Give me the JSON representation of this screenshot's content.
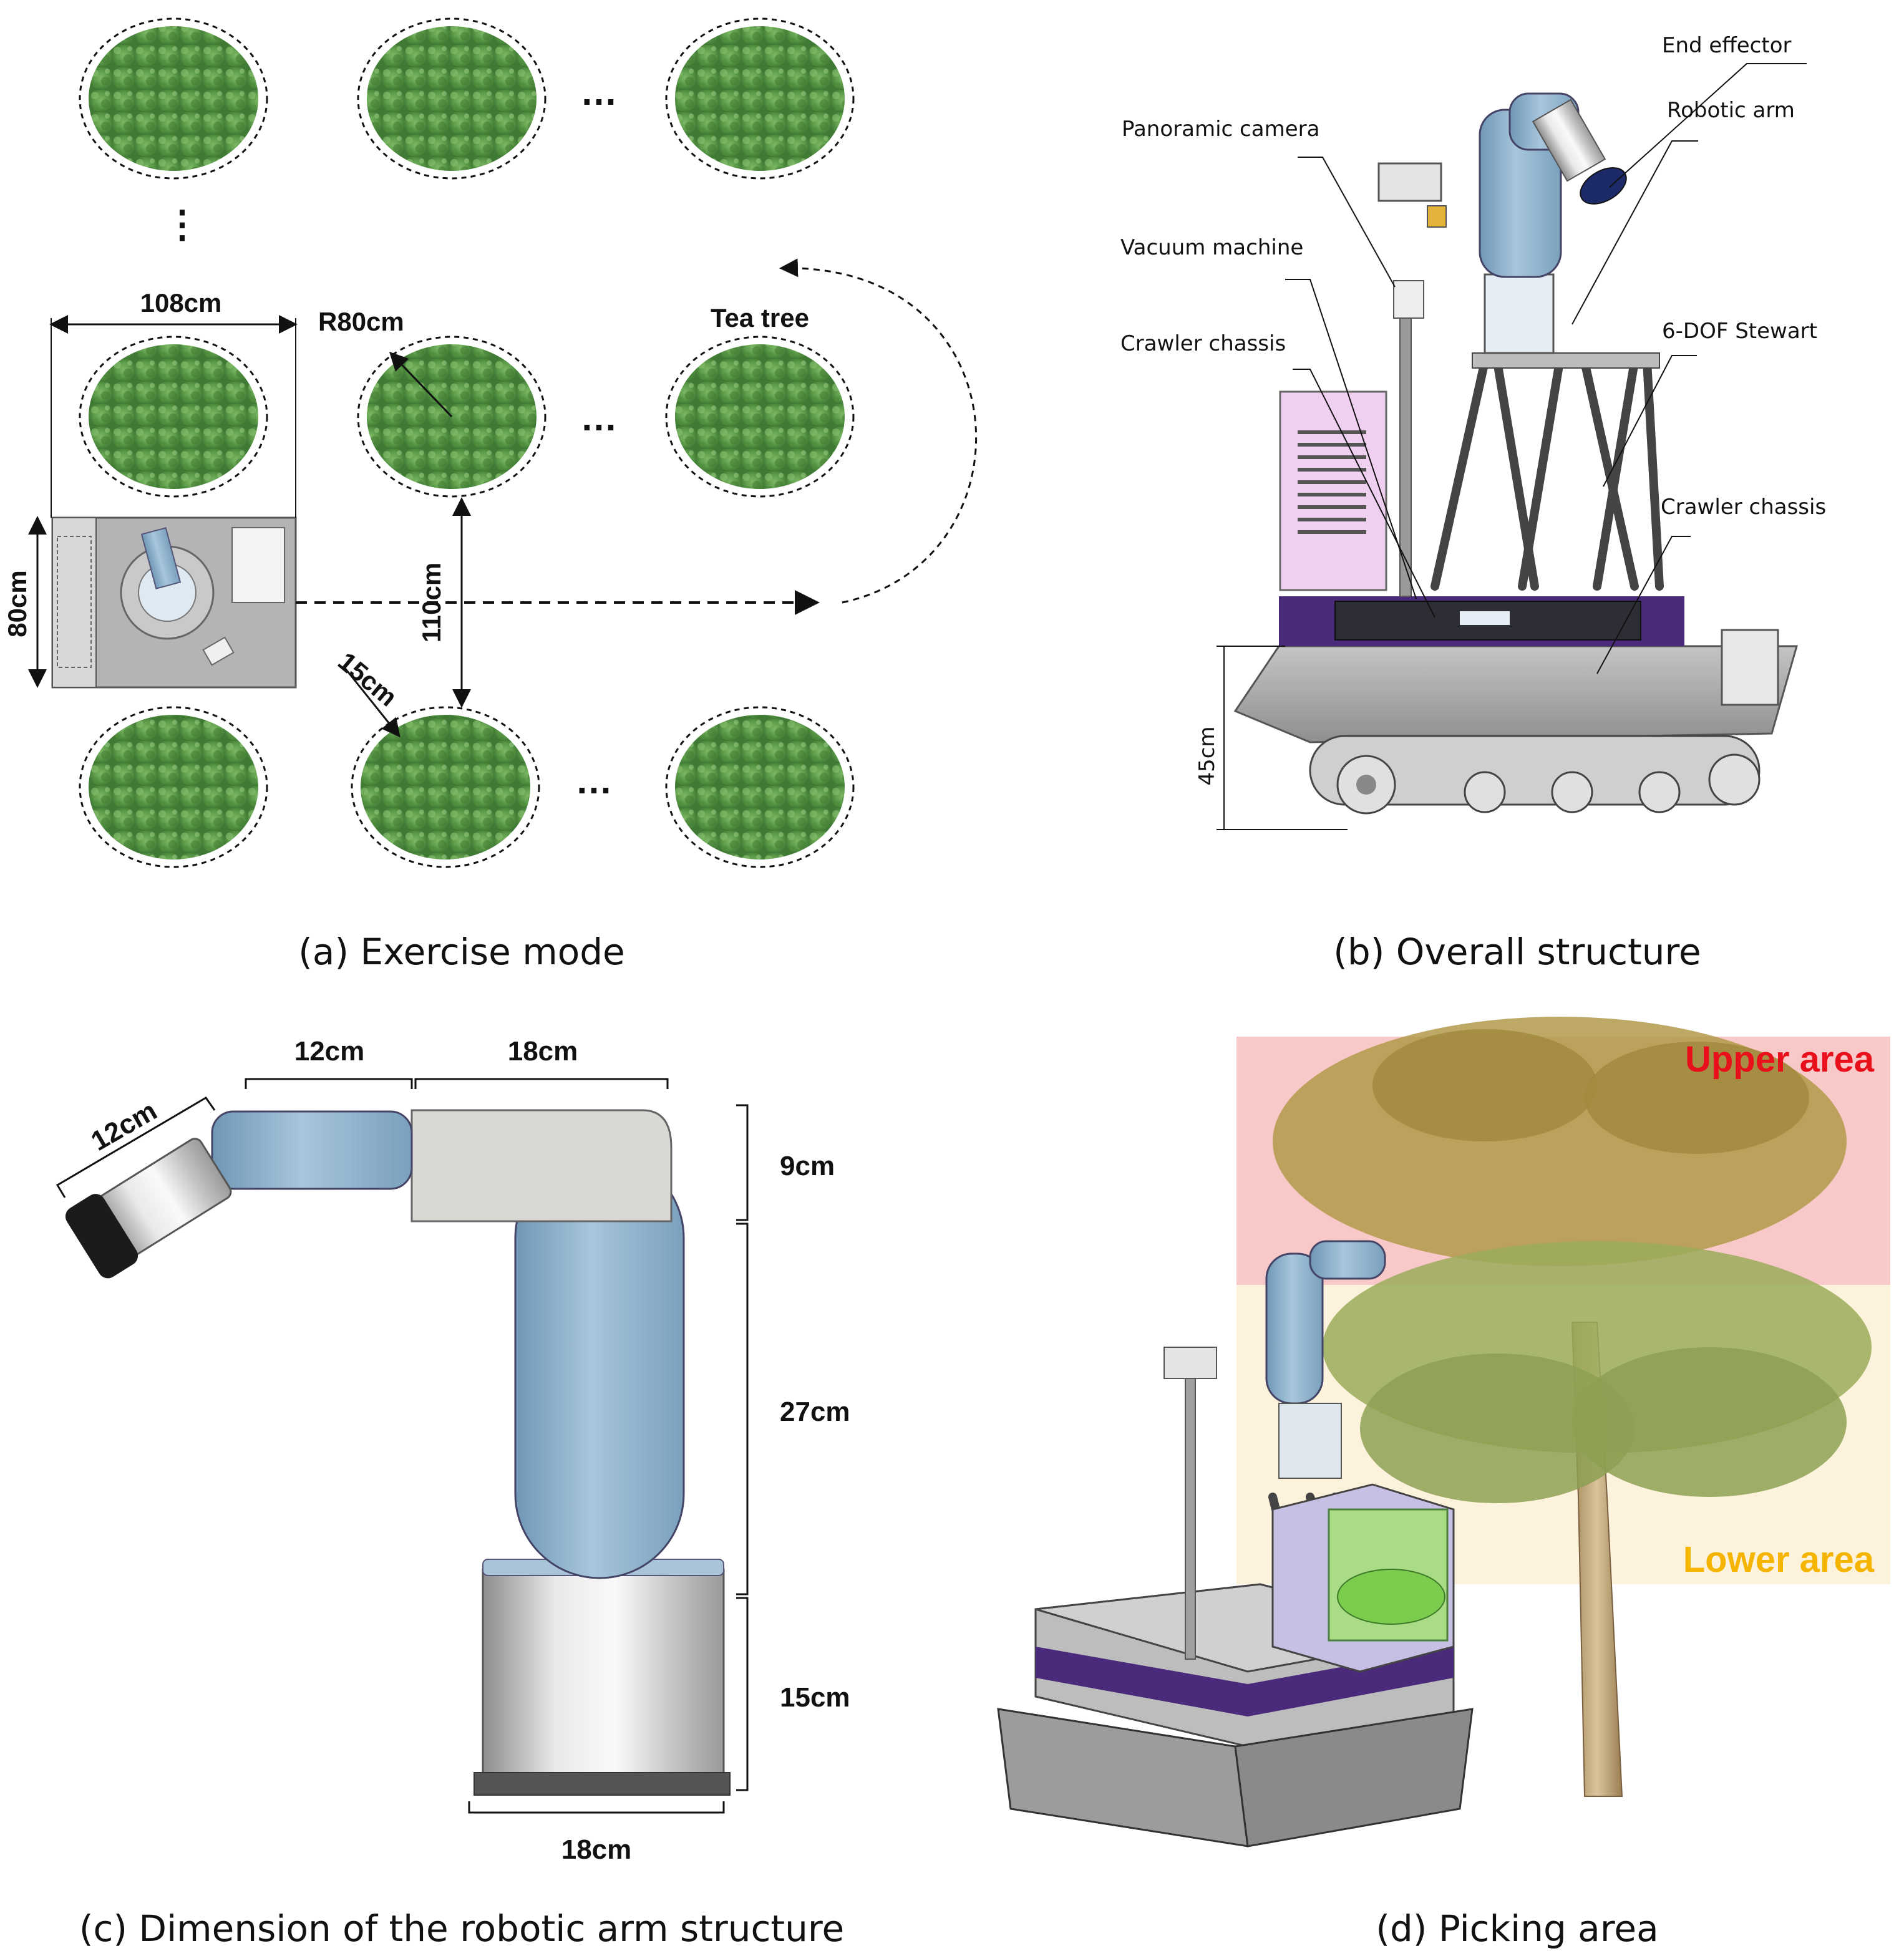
{
  "panel_a": {
    "caption": "(a)  Exercise mode",
    "dim_width": "108cm",
    "dim_radius": "R80cm",
    "label_tree": "Tea tree",
    "dim_robot": "80cm",
    "dim_row_gap": "110cm",
    "dim_clearance": "15cm",
    "ellipsis": "…",
    "vertical_ellipsis": "⋮"
  },
  "panel_b": {
    "caption": "(b)  Overall structure",
    "labels": {
      "end_effector": "End effector",
      "robotic_arm": "Robotic arm",
      "panoramic_camera": "Panoramic camera",
      "vacuum_machine": "Vacuum machine",
      "crawler_chassis_left": "Crawler chassis",
      "stewart": "6-DOF Stewart",
      "crawler_chassis_right": "Crawler chassis"
    },
    "dim_height": "45cm"
  },
  "panel_c": {
    "caption": "(c)  Dimension of the robotic arm structure",
    "dims": {
      "top_left": "12cm",
      "top_right": "18cm",
      "effector": "12cm",
      "right_1": "9cm",
      "right_2": "27cm",
      "right_3": "15cm",
      "bottom": "18cm"
    }
  },
  "panel_d": {
    "caption": "(d)  Picking area",
    "upper_label": "Upper area",
    "lower_label": "Lower area",
    "colors": {
      "upper_band": "#f9c9c9",
      "lower_band": "#fdf3dc",
      "upper_text": "#e8101a",
      "lower_text": "#f5b400"
    }
  },
  "colors": {
    "foliage": "#5a9a48",
    "foliage_dark": "#3f7a34",
    "arm_blue": "#8fb3cd",
    "chassis_gray": "#a9a9a9",
    "purple_band": "#4a2a7a",
    "vacuum_pink": "#f0d0f0"
  }
}
